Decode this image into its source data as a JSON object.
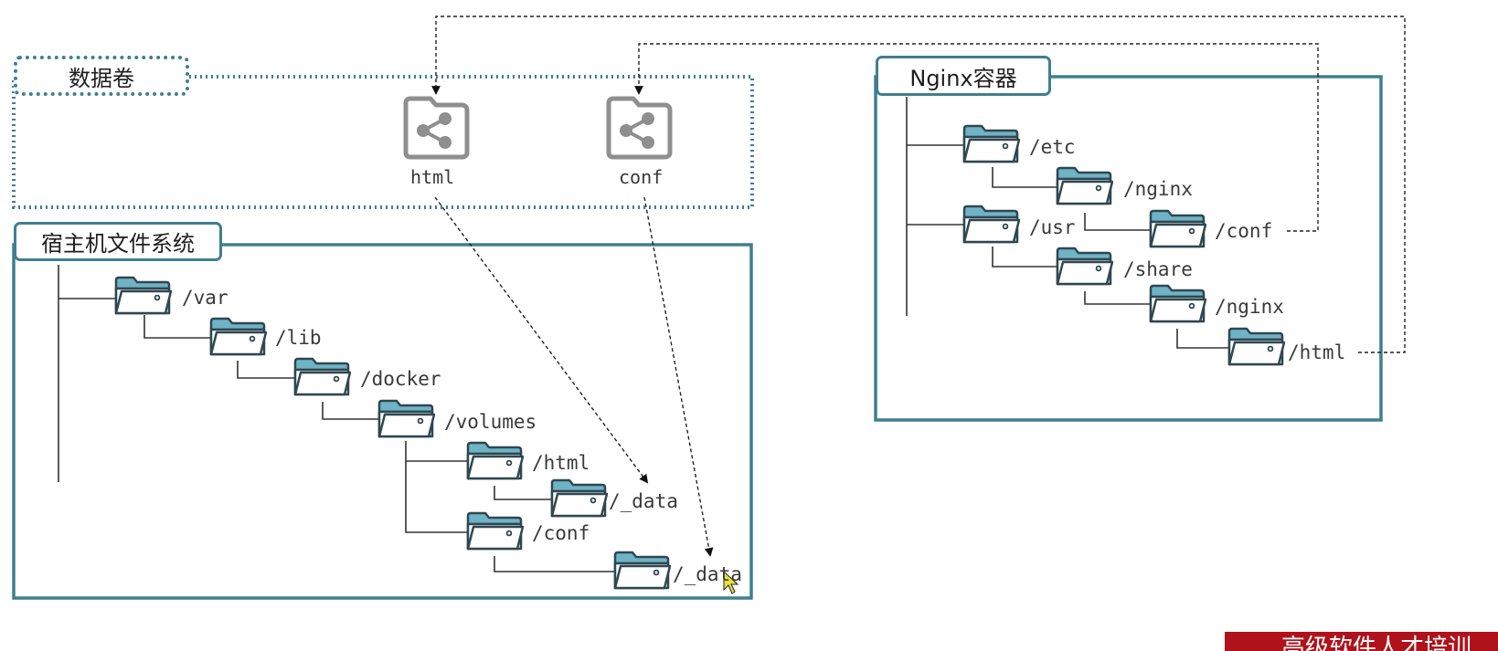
{
  "volumes": {
    "title": "数据卷",
    "items": [
      {
        "id": "html",
        "label": "html",
        "icon": "share-folder-icon"
      },
      {
        "id": "conf",
        "label": "conf",
        "icon": "share-folder-icon"
      }
    ]
  },
  "host_fs": {
    "title": "宿主机文件系统",
    "folders": [
      {
        "id": "var",
        "label": "/var"
      },
      {
        "id": "lib",
        "label": "/lib"
      },
      {
        "id": "docker",
        "label": "/docker"
      },
      {
        "id": "volumes",
        "label": "/volumes"
      },
      {
        "id": "html",
        "label": "/html"
      },
      {
        "id": "html-data",
        "label": "/_data"
      },
      {
        "id": "conf",
        "label": "/conf"
      },
      {
        "id": "conf-data",
        "label": "/_data"
      }
    ]
  },
  "nginx": {
    "title": "Nginx容器",
    "folders": [
      {
        "id": "etc",
        "label": "/etc"
      },
      {
        "id": "etc-nginx",
        "label": "/nginx"
      },
      {
        "id": "conf",
        "label": "/conf"
      },
      {
        "id": "usr",
        "label": "/usr"
      },
      {
        "id": "share",
        "label": "/share"
      },
      {
        "id": "share-nginx",
        "label": "/nginx"
      },
      {
        "id": "html",
        "label": "/html"
      }
    ]
  },
  "banner": {
    "text": "高级软件人才培训"
  },
  "colors": {
    "frame": "#3f7f8e",
    "folder_tab": "#6fb3c6",
    "folder_outline": "#2f4750",
    "share_icon": "#8f8f8f",
    "banner": "#b0121b"
  }
}
